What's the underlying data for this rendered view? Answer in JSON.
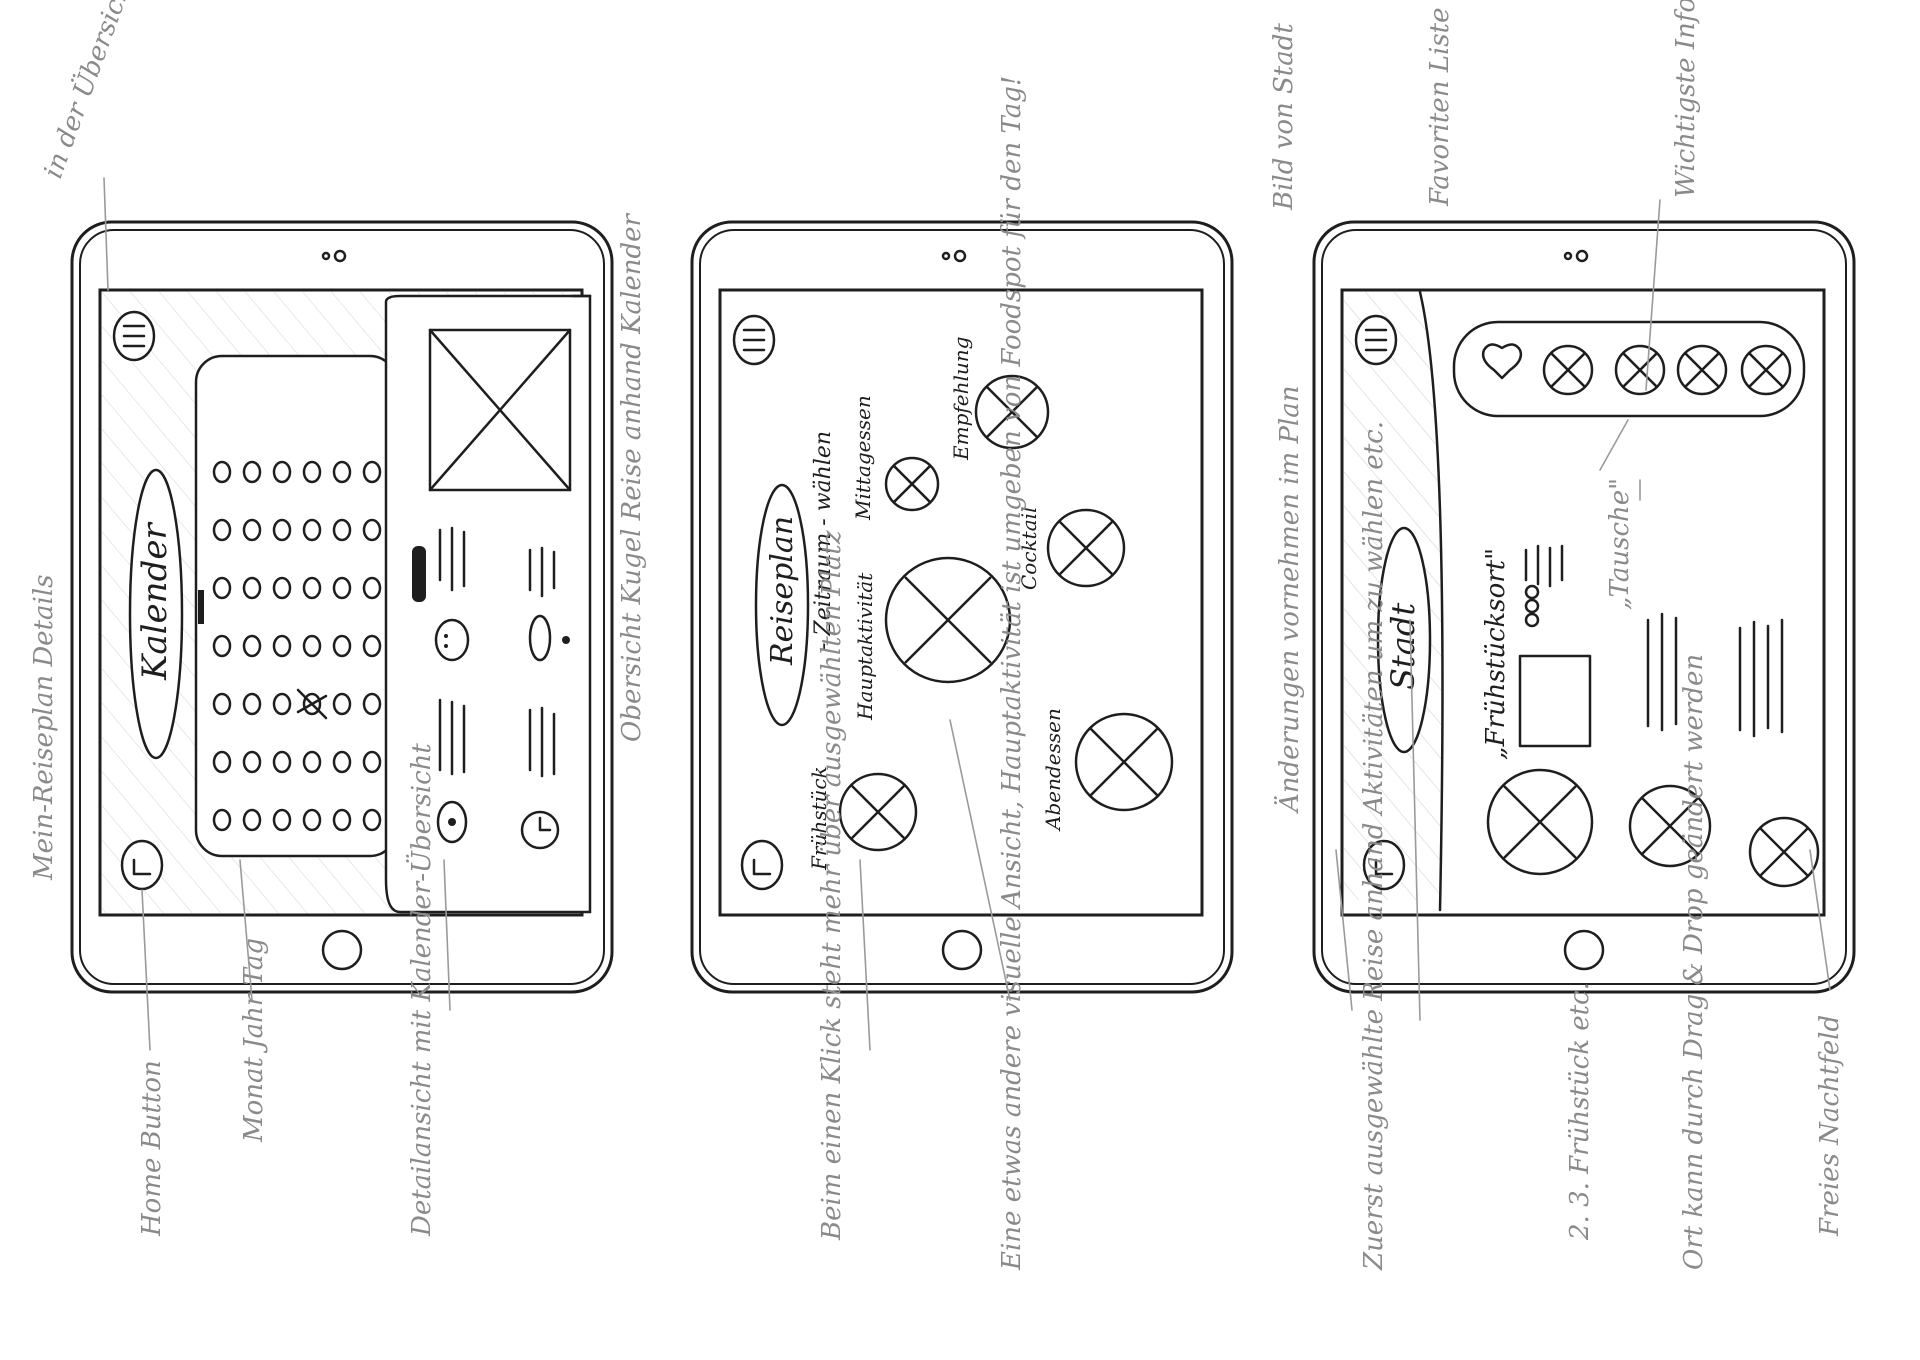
{
  "page_title": "Mein-Reiseplan Details",
  "tablets": [
    {
      "screen_title": "Kalender",
      "calendar_grid": {
        "rows": 6,
        "cols": 7,
        "marked_cell": [
          3,
          2
        ],
        "highlighted_cell": [
          3,
          0
        ]
      },
      "top_annotation": "in der Übersicht keine Home Button-Leiste um Platz zu sparen",
      "side_annotation": "Obersicht Kugel Reise anhand Kalender",
      "bottom_annotations": [
        "Home Button",
        "Monat Jahr Tag",
        "Detailansicht mit Kalender-Übersicht"
      ]
    },
    {
      "screen_title": "Reiseplan",
      "subtitle": "- Zeitraum - wählen",
      "spots": [
        "Frühstück",
        "Hauptaktivität",
        "Mittagessen",
        "Empfehlung",
        "Cocktail",
        "Abendessen"
      ],
      "bottom_annotations": [
        "Beim einen Klick steht mehr über ausgewählten Platz",
        "Eine etwas andere visuelle Ansicht, Hauptaktivität ist umgeben von Foodspot für den Tag!"
      ]
    },
    {
      "screen_title": "Stadt",
      "spot_heading": "„Frühstücksort\"",
      "swap_label": "„Tausche\"",
      "top_annotations": [
        "Bild von Stadt",
        "Favoriten Liste zum durchschauen",
        "Wichtigste Infos werden automatisch generiert"
      ],
      "side_annotation": "Änderungen vornehmen im Plan",
      "bottom_annotations": [
        "Zuerst ausgewählte Reise anhand Aktivitäten um zu wählen etc.",
        "2. 3. Frühstück etc.",
        "Ort kann durch Drag & Drop geändert werden",
        "Freies Nachtfeld"
      ]
    }
  ]
}
